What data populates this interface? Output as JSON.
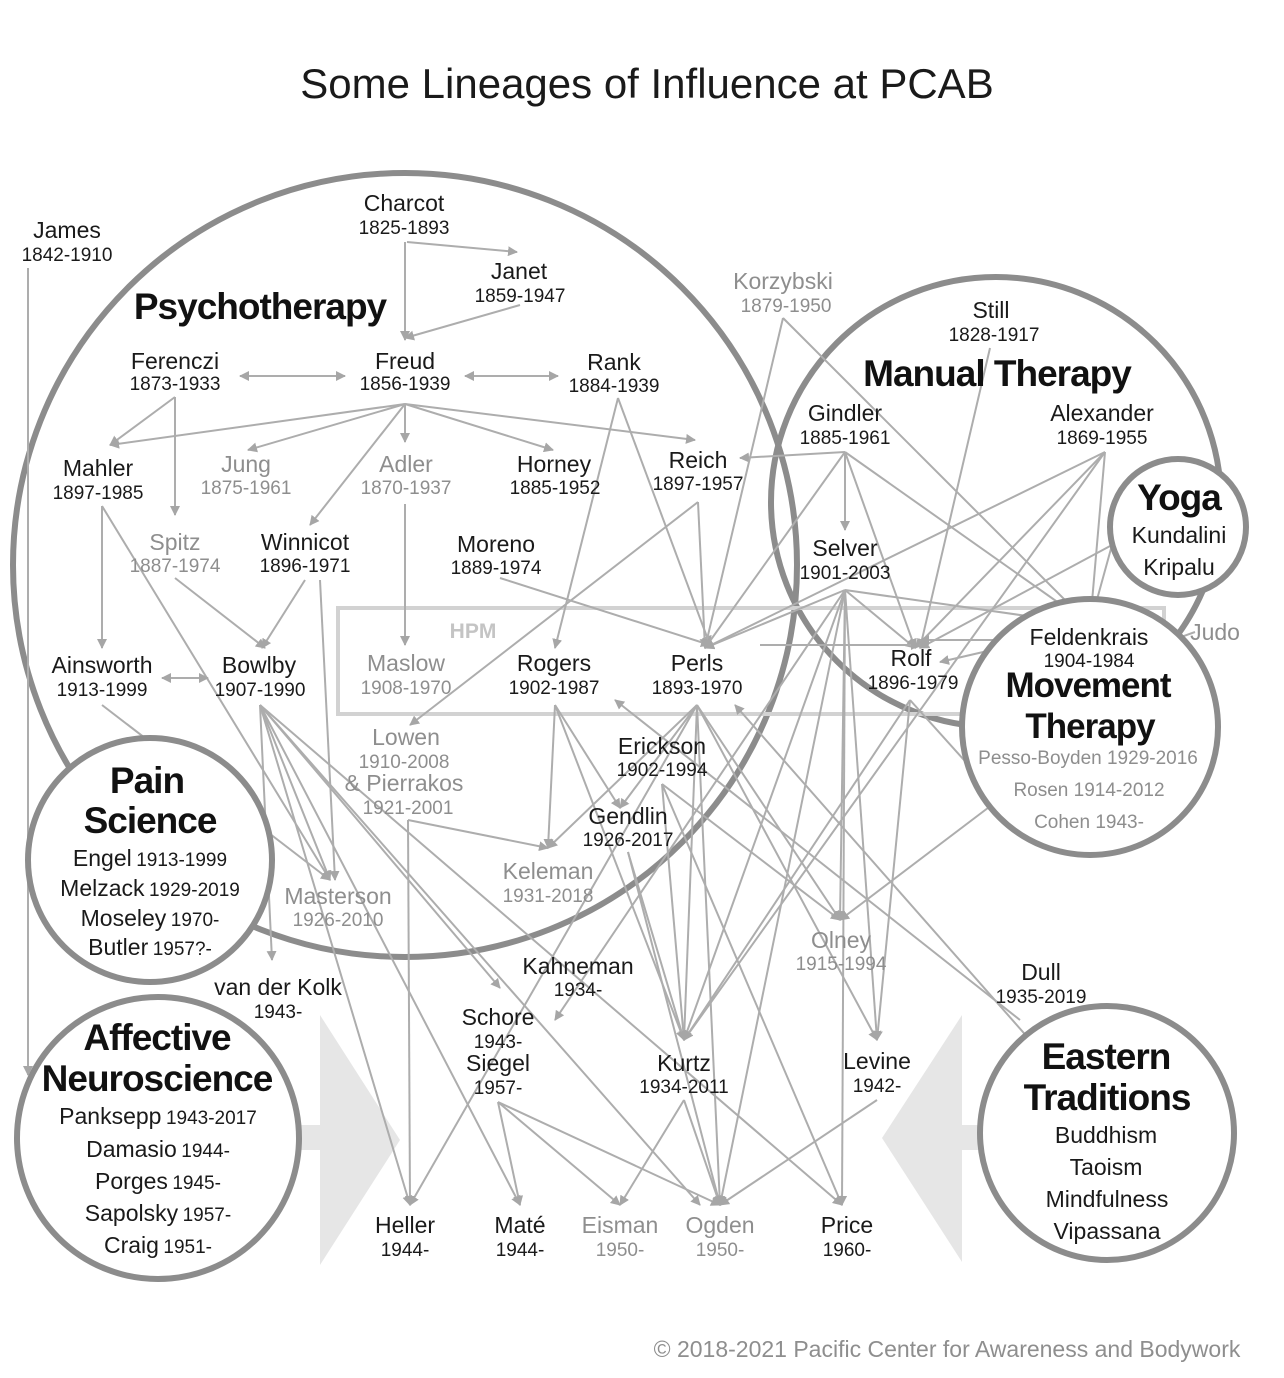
{
  "title": "Some Lineages of Influence at PCAB",
  "copyright": "© 2018-2021 Pacific Center for Awareness and Bodywork",
  "hpm_label": "HPM",
  "clusters": {
    "psychotherapy": "Psychotherapy",
    "manual_therapy": "Manual Therapy",
    "yoga": {
      "title": "Yoga",
      "items": [
        "Kundalini",
        "Kripalu"
      ]
    },
    "movement_therapy": {
      "title_line1": "Movement",
      "title_line2": "Therapy"
    },
    "pain_science": {
      "title_line1": "Pain",
      "title_line2": "Science"
    },
    "affective_neuroscience": {
      "title_line1": "Affective",
      "title_line2": "Neuroscience"
    },
    "eastern_traditions": {
      "title_line1": "Eastern",
      "title_line2": "Traditions",
      "items": [
        "Buddhism",
        "Taoism",
        "Mindfulness",
        "Vipassana"
      ]
    }
  },
  "pain_people": [
    {
      "name": "Engel",
      "dates": "1913-1999"
    },
    {
      "name": "Melzack",
      "dates": "1929-2019"
    },
    {
      "name": "Moseley",
      "dates": "1970-"
    },
    {
      "name": "Butler",
      "dates": "1957?-"
    }
  ],
  "affective_people": [
    {
      "name": "Panksepp",
      "dates": "1943-2017"
    },
    {
      "name": "Damasio",
      "dates": "1944-"
    },
    {
      "name": "Porges",
      "dates": "1945-"
    },
    {
      "name": "Sapolsky",
      "dates": "1957-"
    },
    {
      "name": "Craig",
      "dates": "1951-"
    }
  ],
  "movement_people": [
    "Pesso-Boyden 1929-2016",
    "Rosen 1914-2012",
    "Cohen 1943-"
  ],
  "judo": "Judo",
  "people": {
    "james": {
      "name": "James",
      "dates": "1842-1910"
    },
    "charcot": {
      "name": "Charcot",
      "dates": "1825-1893"
    },
    "janet": {
      "name": "Janet",
      "dates": "1859-1947"
    },
    "ferenczi": {
      "name": "Ferenczi",
      "dates": "1873-1933"
    },
    "freud": {
      "name": "Freud",
      "dates": "1856-1939"
    },
    "rank": {
      "name": "Rank",
      "dates": "1884-1939"
    },
    "mahler": {
      "name": "Mahler",
      "dates": "1897-1985"
    },
    "jung": {
      "name": "Jung",
      "dates": "1875-1961"
    },
    "adler": {
      "name": "Adler",
      "dates": "1870-1937"
    },
    "horney": {
      "name": "Horney",
      "dates": "1885-1952"
    },
    "reich": {
      "name": "Reich",
      "dates": "1897-1957"
    },
    "spitz": {
      "name": "Spitz",
      "dates": "1887-1974"
    },
    "winnicot": {
      "name": "Winnicot",
      "dates": "1896-1971"
    },
    "moreno": {
      "name": "Moreno",
      "dates": "1889-1974"
    },
    "ainsworth": {
      "name": "Ainsworth",
      "dates": "1913-1999"
    },
    "bowlby": {
      "name": "Bowlby",
      "dates": "1907-1990"
    },
    "maslow": {
      "name": "Maslow",
      "dates": "1908-1970"
    },
    "rogers": {
      "name": "Rogers",
      "dates": "1902-1987"
    },
    "perls": {
      "name": "Perls",
      "dates": "1893-1970"
    },
    "lowen": {
      "name": "Lowen",
      "dates": "1910-2008"
    },
    "pierrakos": {
      "name": "& Pierrakos",
      "dates": "1921-2001"
    },
    "erickson": {
      "name": "Erickson",
      "dates": "1902-1994"
    },
    "gendlin": {
      "name": "Gendlin",
      "dates": "1926-2017"
    },
    "keleman": {
      "name": "Keleman",
      "dates": "1931-2018"
    },
    "masterson": {
      "name": "Masterson",
      "dates": "1926-2010"
    },
    "korzybski": {
      "name": "Korzybski",
      "dates": "1879-1950"
    },
    "still": {
      "name": "Still",
      "dates": "1828-1917"
    },
    "gindler": {
      "name": "Gindler",
      "dates": "1885-1961"
    },
    "alexander": {
      "name": "Alexander",
      "dates": "1869-1955"
    },
    "selver": {
      "name": "Selver",
      "dates": "1901-2003"
    },
    "rolf": {
      "name": "Rolf",
      "dates": "1896-1979"
    },
    "feldenkrais": {
      "name": "Feldenkrais",
      "dates": "1904-1984"
    },
    "olney": {
      "name": "Olney",
      "dates": "1915-1994"
    },
    "dull": {
      "name": "Dull",
      "dates": "1935-2019"
    },
    "vanderkolk": {
      "name": "van der Kolk",
      "dates": "1943-"
    },
    "kahneman": {
      "name": "Kahneman",
      "dates": "1934-"
    },
    "schore": {
      "name": "Schore",
      "dates": "1943-"
    },
    "siegel": {
      "name": "Siegel",
      "dates": "1957-"
    },
    "kurtz": {
      "name": "Kurtz",
      "dates": "1934-2011"
    },
    "levine": {
      "name": "Levine",
      "dates": "1942-"
    },
    "heller": {
      "name": "Heller",
      "dates": "1944-"
    },
    "mate": {
      "name": "Maté",
      "dates": "1944-"
    },
    "eisman": {
      "name": "Eisman",
      "dates": "1950-"
    },
    "ogden": {
      "name": "Ogden",
      "dates": "1950-"
    },
    "price": {
      "name": "Price",
      "dates": "1960-"
    }
  }
}
